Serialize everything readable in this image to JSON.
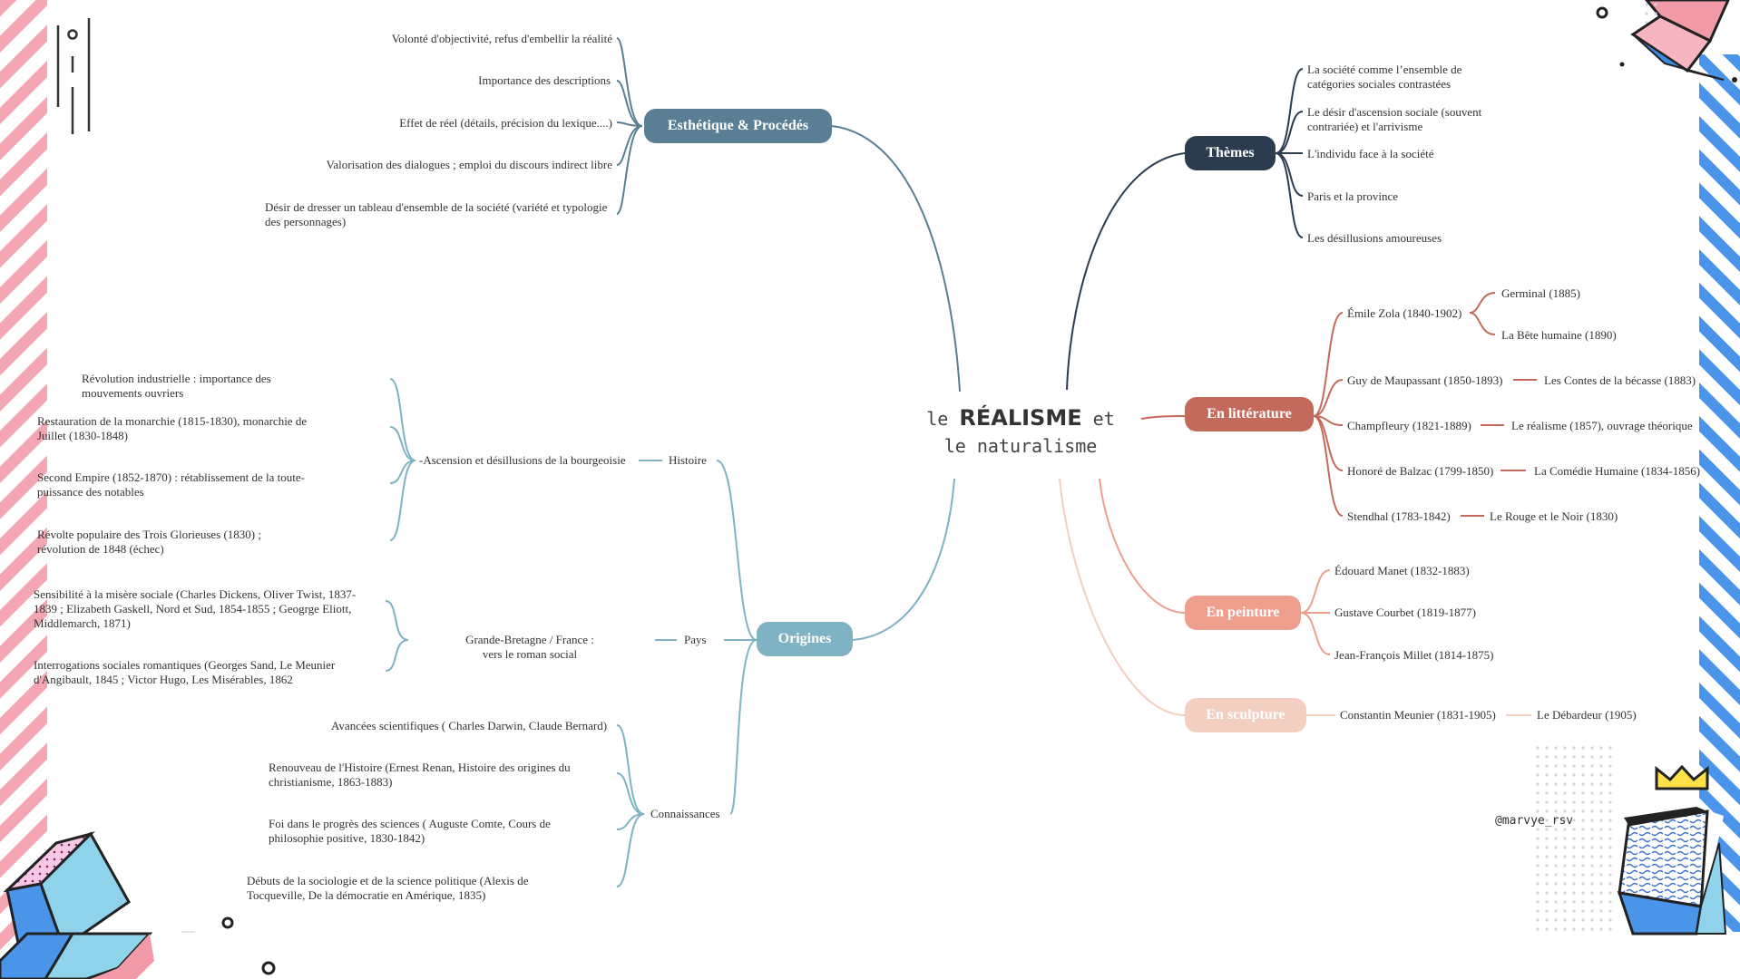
{
  "center": {
    "prefix": "le",
    "main": "RÉALISME",
    "suffix": "et",
    "line2": "le naturalisme"
  },
  "credit": "@marvye_rsv",
  "colors": {
    "esthetique": "#5a7f94",
    "origines": "#7fb2c3",
    "themes": "#2a3c4e",
    "litterature": "#c46a5c",
    "peinture": "#ef9e8e",
    "sculpture": "#f3cfc2",
    "pink_stripe": "#f5a6b3",
    "blue_stripe": "#4a94ea"
  },
  "esthetique": {
    "label": "Esthétique & Procédés",
    "items": [
      "Volonté d'objectivité, refus d'embellir la réalité",
      "Importance des descriptions",
      "Effet de réel (détails, précision du lexique....)",
      "Valorisation des dialogues ; emploi du discours indirect libre",
      "Désir de dresser un tableau d'ensemble de la société (variété et typologie des personnages)"
    ]
  },
  "origines": {
    "label": "Origines",
    "histoire": {
      "label": "Histoire",
      "sub": "-Ascension et désillusions de la bourgeoisie",
      "items": [
        "Révolution industrielle : importance des mouvements ouvriers",
        "Restauration de la monarchie (1815-1830), monarchie de Juillet (1830-1848)",
        "Second Empire (1852-1870) : rétablissement de la toute-puissance des notables",
        "Révolte populaire des Trois Glorieuses (1830) ; révolution de 1848 (échec)"
      ]
    },
    "pays": {
      "label": "Pays",
      "sub": "Grande-Bretagne / France : vers le roman social",
      "items": [
        "Sensibilité à la misère sociale (Charles Dickens, Oliver Twist, 1837-1839 ; Elizabeth Gaskell, Nord et Sud, 1854-1855 ; Geogrge Eliott, Middlemarch, 1871)",
        "Interrogations sociales romantiques (Georges Sand, Le Meunier d'Angibault, 1845 ; Victor Hugo, Les Misérables, 1862"
      ]
    },
    "connaissances": {
      "label": "Connaissances",
      "items": [
        "Avancées scientifiques ( Charles Darwin, Claude Bernard)",
        "Renouveau de l'Histoire (Ernest Renan, Histoire des origines du christianisme, 1863-1883)",
        "Foi dans le progrès des sciences ( Auguste Comte, Cours de philosophie positive, 1830-1842)",
        "Débuts de la sociologie et de la science politique (Alexis de Tocqueville, De la démocratie en Amérique, 1835)"
      ]
    }
  },
  "themes": {
    "label": "Thèmes",
    "items": [
      "La société comme l’ensemble de catégories sociales contrastées",
      "Le désir d'ascension sociale (souvent contrariée) et l'arrivisme",
      "L'individu face à la société",
      "Paris et la province",
      "Les désillusions amoureuses"
    ]
  },
  "litterature": {
    "label": "En littérature",
    "zola": {
      "name": "Émile Zola (1840-1902)",
      "works": [
        "Germinal (1885)",
        "La Bête humaine  (1890)"
      ]
    },
    "authors": [
      {
        "name": "Guy de Maupassant (1850-1893)",
        "work": "Les Contes de la bécasse (1883)"
      },
      {
        "name": "Champfleury (1821-1889)",
        "work": "Le réalisme (1857), ouvrage théorique"
      },
      {
        "name": "Honoré de Balzac (1799-1850)",
        "work": "La Comédie Humaine (1834-1856)"
      },
      {
        "name": "Stendhal (1783-1842)",
        "work": "Le Rouge et le Noir (1830)"
      }
    ]
  },
  "peinture": {
    "label": "En peinture",
    "items": [
      "Édouard Manet (1832-1883)",
      "Gustave Courbet (1819-1877)",
      "Jean-François Millet (1814-1875)"
    ]
  },
  "sculpture": {
    "label": "En sculpture",
    "artist": "Constantin Meunier (1831-1905)",
    "work": "Le Débardeur (1905)"
  }
}
